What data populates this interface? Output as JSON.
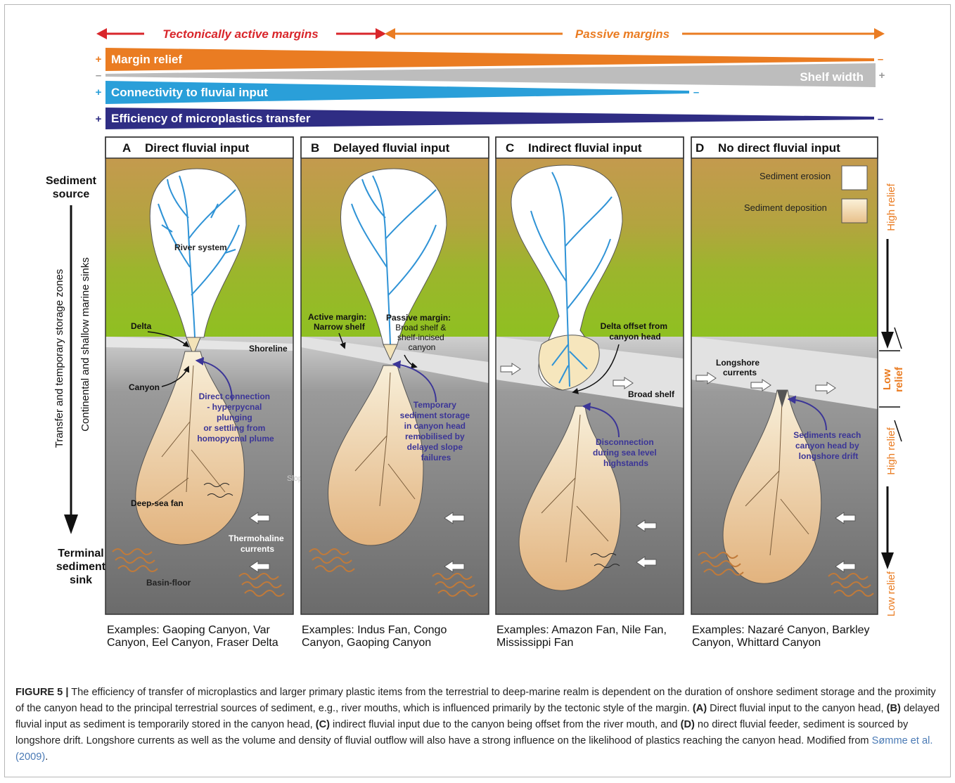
{
  "header": {
    "tectonic": "Tectonically active margins",
    "passive": "Passive margins"
  },
  "bars": {
    "margin_relief": "Margin relief",
    "shelf_width": "Shelf width",
    "connectivity": "Connectivity to fluvial input",
    "efficiency": "Efficiency of microplastics transfer",
    "plus": "+",
    "minus": "–"
  },
  "panels": {
    "a": {
      "letter": "A",
      "title": "Direct fluvial input"
    },
    "b": {
      "letter": "B",
      "title": "Delayed fluvial input"
    },
    "c": {
      "letter": "C",
      "title": "Indirect fluvial input"
    },
    "d": {
      "letter": "D",
      "title": "No direct fluvial input"
    }
  },
  "left_labels": {
    "source_1": "Sediment",
    "source_2": "source",
    "transfer": "Transfer and temporary storage zones",
    "continental": "Continental and shallow marine sinks",
    "terminal_1": "Terminal",
    "terminal_2": "sediment",
    "terminal_3": "sink"
  },
  "labels_a": {
    "river": "River system",
    "delta": "Delta",
    "shoreline": "Shoreline",
    "canyon": "Canyon",
    "direct": [
      "Direct connection",
      "- hyperpycnal",
      "plunging",
      "or settling from",
      "homopycnal plume"
    ],
    "fan": "Deep-sea fan",
    "thermo": [
      "Thermohaline",
      "currents"
    ],
    "basin": "Basin-floor",
    "slope": "Slope"
  },
  "labels_b": {
    "active": [
      "Active margin:",
      "Narrow shelf"
    ],
    "passive_head": "Passive margin:",
    "passive": [
      "Broad shelf &",
      "shelf-incised",
      "canyon"
    ],
    "temp": [
      "Temporary",
      "sediment storage",
      "in canyon head",
      "remobilised by",
      "delayed slope",
      "failures"
    ]
  },
  "labels_c": {
    "delta_offset": [
      "Delta offset from",
      "canyon head"
    ],
    "broad": "Broad shelf",
    "disconnect": [
      "Disconnection",
      "during sea level",
      "highstands"
    ]
  },
  "labels_d": {
    "erosion": "Sediment erosion",
    "deposition": "Sediment deposition",
    "longshore": [
      "Longshore",
      "currents"
    ],
    "reach": [
      "Sediments reach",
      "canyon head by",
      "longshore drift"
    ]
  },
  "right_labels": {
    "high_relief": "High relief",
    "low_relief_1": "Low",
    "low_relief_2": "relief",
    "high_relief_2": "High relief",
    "low_relief": "Low relief"
  },
  "examples": {
    "a": "Examples: Gaoping Canyon, Var Canyon, Eel Canyon, Fraser Delta",
    "b": "Examples: Indus Fan, Congo Canyon, Gaoping Canyon",
    "c": "Examples: Amazon Fan, Nile Fan, Mississippi Fan",
    "d": "Examples: Nazaré Canyon, Barkley Canyon, Whittard Canyon"
  },
  "caption": {
    "figure": "FIGURE 5 |",
    "t1": " The efficiency of transfer of microplastics and larger primary plastic items from the terrestrial to deep-marine realm is dependent on the duration of onshore sediment storage and the proximity of the canyon head to the principal terrestrial sources of sediment, e.g., river mouths, which is influenced primarily by the tectonic style of the margin. ",
    "a": "(A)",
    "t2": " Direct fluvial input to the canyon head, ",
    "b": "(B)",
    "t3": " delayed fluvial input as sediment is temporarily stored in the canyon head, ",
    "c": "(C)",
    "t4": " indirect fluvial input due to the canyon being offset from the river mouth, and ",
    "d": "(D)",
    "t5": " no direct fluvial feeder, sediment is sourced by longshore drift. Longshore currents as well as the volume and density of fluvial outflow will also have a strong influence on the likelihood of plastics reaching the canyon head. Modified from ",
    "ref": "Sømme et al. (2009)",
    "t6": "."
  },
  "colors": {
    "red": "#d9262b",
    "orange": "#ea7c22",
    "grey_bar": "#bdbdbd",
    "blue_bar": "#2a9fd9",
    "navy_bar": "#2f2d84",
    "land_top": "#c49a4e",
    "land_green": "#8fbf24",
    "sea": "#7d7d7d",
    "river": "#2f93d6",
    "fan": "#e6c394",
    "purple": "#3b3597"
  }
}
